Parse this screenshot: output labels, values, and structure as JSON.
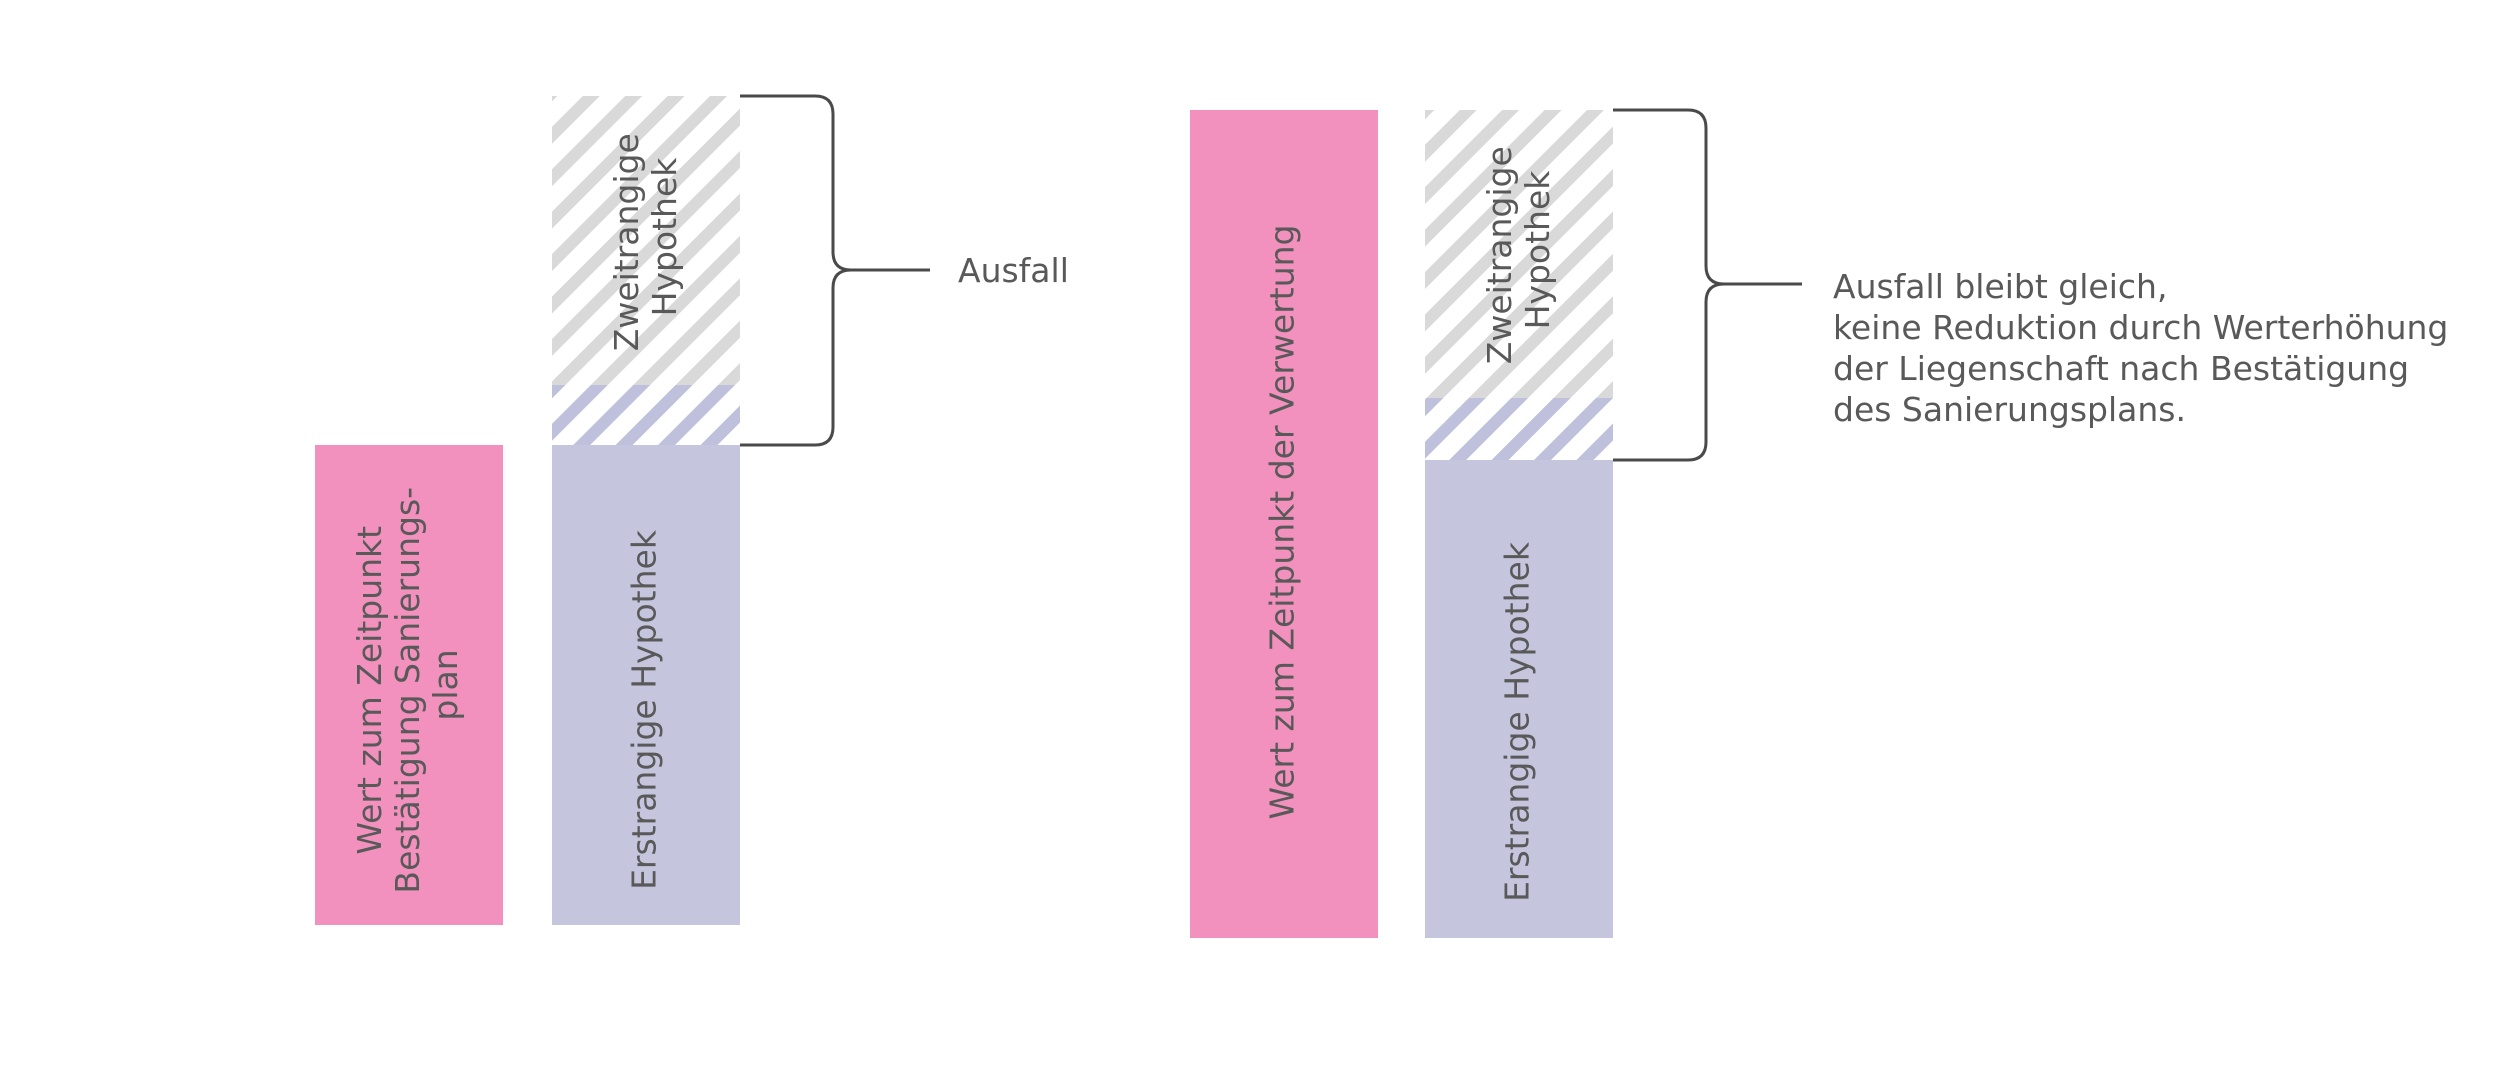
{
  "colors": {
    "value_bar": "#F291BD",
    "first_mortgage": "#C5C6DD",
    "second_mortgage_stripe": "#D9D9D9",
    "overlap_stripe": "#BFC1DC",
    "text": "#595959",
    "brace": "#4A4A4A"
  },
  "left": {
    "value_label_lines": [
      "Wert zum Zeitpunkt",
      "Bestätigung Sanierungs-",
      "plan"
    ],
    "first_mortgage_label": "Erstrangige Hypothek",
    "second_mortgage_label_lines": [
      "Zweitrangige",
      "Hypothek"
    ],
    "note": "Ausfall"
  },
  "right": {
    "value_label": "Wert zum Zeitpunkt der Verwertung",
    "first_mortgage_label": "Erstrangige Hypothek",
    "second_mortgage_label_lines": [
      "Zweitrangige",
      "Hypothek"
    ],
    "note_lines": [
      "Ausfall bleibt gleich,",
      "keine Reduktion durch Werterhöhung",
      "der Liegenschaft nach Bestätigung",
      "des Sanierungsplans."
    ]
  }
}
